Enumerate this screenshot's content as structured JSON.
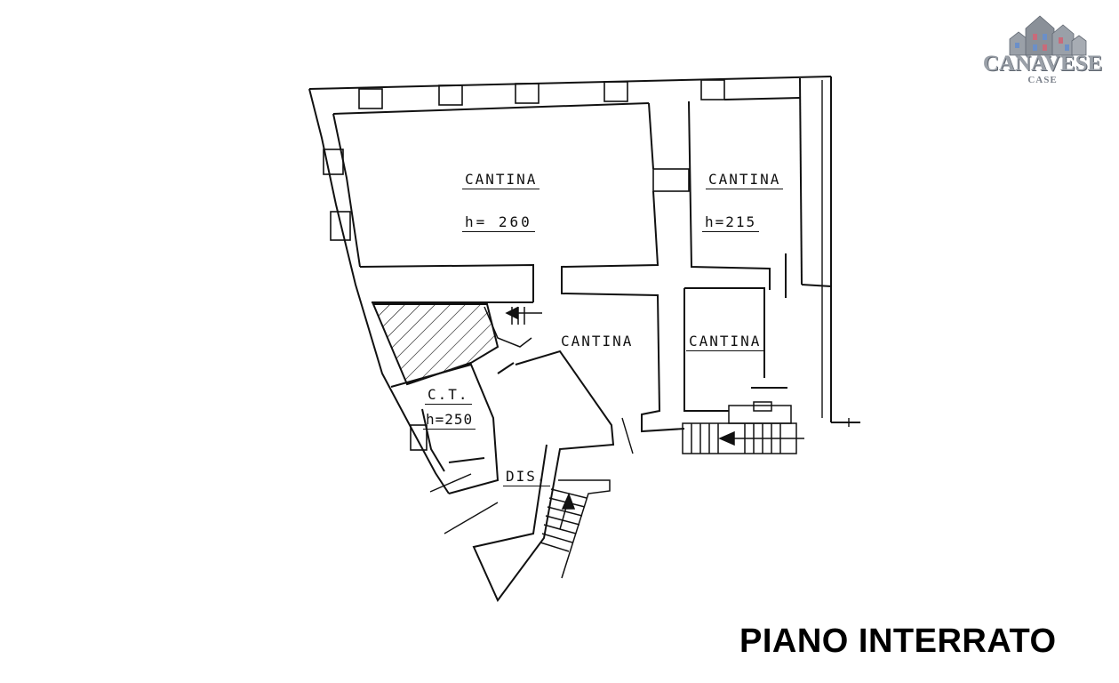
{
  "plan": {
    "rooms": [
      {
        "label": "CANTINA",
        "height": "h= 260"
      },
      {
        "label": "CANTINA",
        "height": "h=215"
      },
      {
        "label": "CANTINA"
      },
      {
        "label": "CANTINA"
      },
      {
        "label": "C.T.",
        "height": "h=250"
      },
      {
        "label": "DIS."
      }
    ]
  },
  "title": "PIANO INTERRATO",
  "logo": {
    "icon": "houses-icon",
    "name": "CANAVESE",
    "sub": "CASE",
    "colors": [
      "#9aa0a8",
      "#5f6670",
      "#c86b7a",
      "#6b8fc8"
    ]
  }
}
